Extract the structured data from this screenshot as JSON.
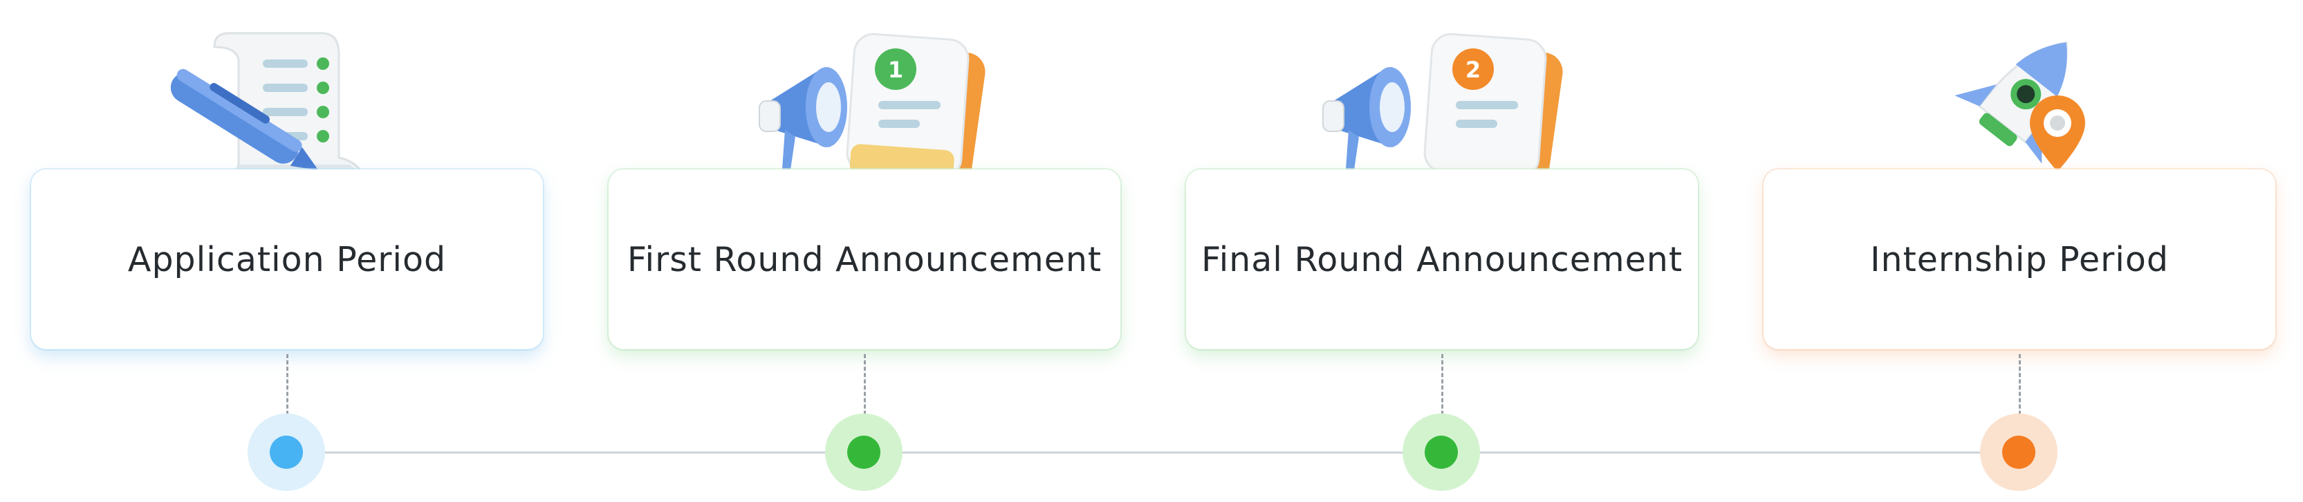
{
  "timeline": {
    "steps": [
      {
        "label": "Application Period",
        "icon": "document-pen-icon",
        "color": "#48b3f3"
      },
      {
        "label": "First Round Announcement",
        "icon": "megaphone-document-icon",
        "badge": "1",
        "color": "#35b83a"
      },
      {
        "label": "Final Round Announcement",
        "icon": "megaphone-document-icon",
        "badge": "2",
        "color": "#35b83a"
      },
      {
        "label": "Internship Period",
        "icon": "rocket-location-icon",
        "color": "#f47b20"
      }
    ]
  }
}
